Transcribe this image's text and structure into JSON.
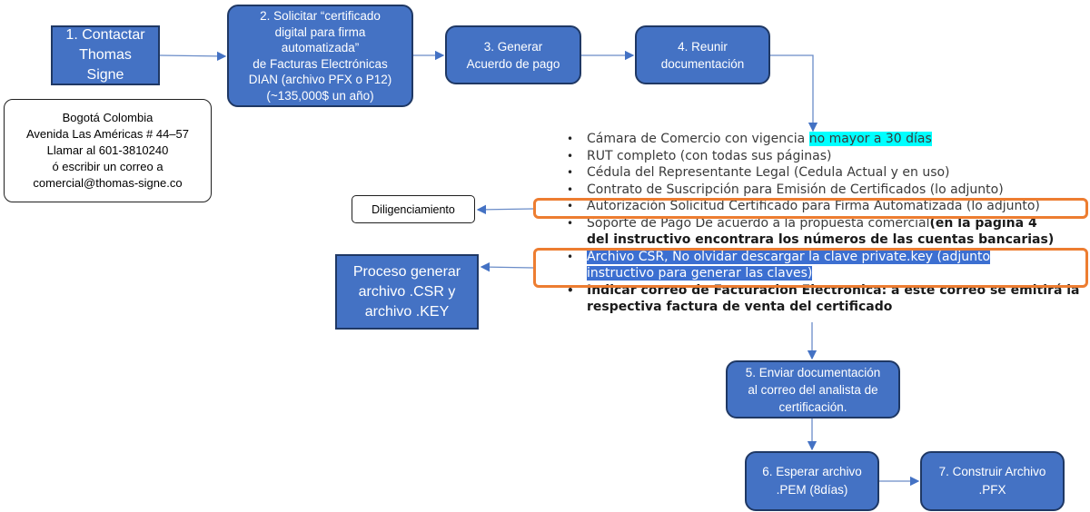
{
  "steps": {
    "s1": [
      "1. Contactar",
      "Thomas",
      "Signe"
    ],
    "s2": [
      "2. Solicitar “certificado",
      "digital para firma",
      "automatizada”",
      "de Facturas Electrónicas",
      "DIAN (archivo PFX o P12)",
      "(~135,000$  un año)"
    ],
    "s3": [
      "3. Generar",
      "Acuerdo de pago"
    ],
    "s4": [
      "4. Reunir",
      "documentación"
    ],
    "s5": [
      "5. Enviar documentación",
      "al correo del analista de",
      "certificación."
    ],
    "s6": [
      "6. Esperar archivo",
      ".PEM (8días)"
    ],
    "s7": [
      "7. Construir Archivo",
      ".PFX"
    ]
  },
  "contact": [
    "Bogotá Colombia",
    "Avenida Las Américas # 44–57",
    "Llamar al 601-3810240",
    "ó escribir un correo a",
    "comercial@thomas-signe.co"
  ],
  "side": {
    "diligenciamiento": "Diligenciamiento",
    "proceso": [
      "Proceso generar",
      "archivo .CSR y",
      "archivo .KEY"
    ]
  },
  "documents": {
    "camara": "Cámara de Comercio con vigencia ",
    "camara_hl": "no mayor a 30 días",
    "rut": "RUT completo (con todas sus páginas)",
    "cedula": "Cédula del Representante Legal (Cedula Actual y en uso)",
    "contrato": "Contrato de Suscripción para Emisión de Certificados (lo adjunto)",
    "autorizacion": "Autorización Solicitud Certificado para Firma Automatizada (lo adjunto)",
    "soporte": "Soporte de Pago De acuerdo a la propuesta comercial",
    "soporte_bold1": "(en la página 4",
    "soporte_bold2": "del instructivo encontrara los números de las cuentas bancarias)",
    "csr1": "Archivo CSR, No olvidar descargar la clave private.key (adjunto",
    "csr2": "instructivo para generar las claves)",
    "correo1": "Indicar correo de Facturacion Electronica: a este correo se emitirá la",
    "correo2": "respectiva factura de venta del certificado"
  },
  "colors": {
    "box": "#4472c4",
    "border": "#1f3864",
    "arrow": "#4472c4",
    "highlight": "#00ffff",
    "orange": "#ed7d31",
    "selection": "#3c6fd1"
  }
}
